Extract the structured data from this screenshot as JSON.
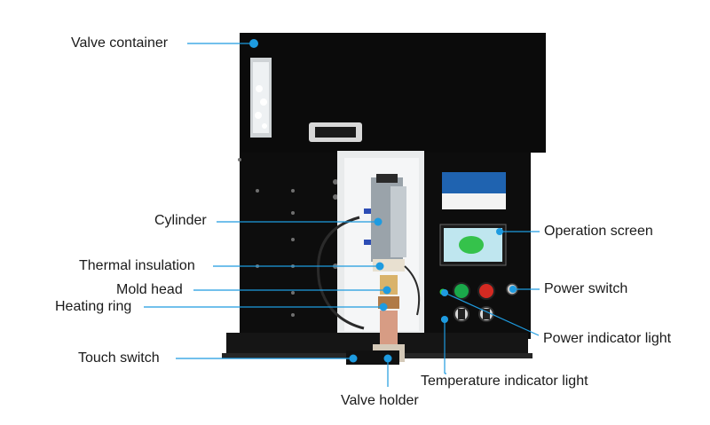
{
  "labels": {
    "valve_container": "Valve container",
    "cylinder": "Cylinder",
    "thermal_insulation": "Thermal insulation",
    "mold_head": "Mold head",
    "heating_ring": "Heating ring",
    "touch_switch": "Touch switch",
    "valve_holder": "Valve holder",
    "operation_screen": "Operation screen",
    "power_switch": "Power switch",
    "power_indicator_light": "Power indicator light",
    "temperature_indicator_light": "Temperature indicator light"
  },
  "colors": {
    "callout": "#1e9be0",
    "machine_body": "#0b0b0b",
    "panel_blue": "#1f63b0",
    "green_button": "#1aa84a",
    "red_button": "#d42a22"
  }
}
